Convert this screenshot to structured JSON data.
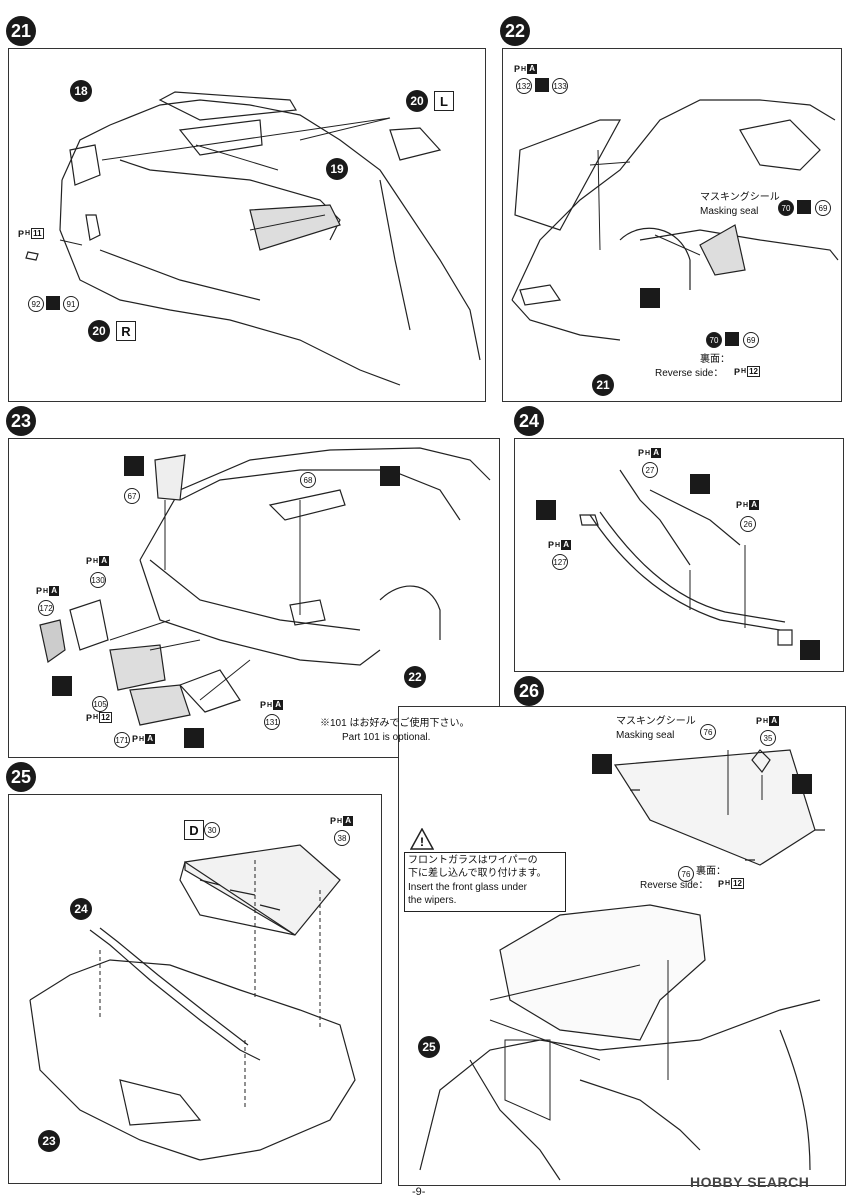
{
  "steps": [
    "21",
    "22",
    "23",
    "24",
    "25",
    "26"
  ],
  "s21": {
    "p18": "18",
    "p20l": "20",
    "L": "L",
    "p19": "19",
    "ph11": "11",
    "n92": "92",
    "n91": "91",
    "p20r": "20",
    "R": "R"
  },
  "s22": {
    "n132": "132",
    "n133": "133",
    "mask_jp": "マスキングシール",
    "mask_en": "Masking seal",
    "p70a": "70",
    "n69a": "69",
    "p70b": "70",
    "n69b": "69",
    "rev_jp": "裏面：",
    "rev_en": "Reverse side：",
    "ph12": "12",
    "p21": "21"
  },
  "s23": {
    "n68": "68",
    "n67": "67",
    "n130": "130",
    "n172": "172",
    "n105": "105",
    "ph12": "12",
    "n171": "171",
    "n131": "131",
    "p22": "22",
    "opt_jp": "※101 はお好みでご使用下さい。",
    "opt_en": "Part 101 is optional."
  },
  "s24": {
    "n27": "27",
    "n26": "26",
    "n127": "127"
  },
  "s25": {
    "D": "D",
    "n30": "30",
    "n38": "38",
    "p24": "24",
    "p23": "23"
  },
  "s26": {
    "mask_jp": "マスキングシール",
    "mask_en": "Masking seal",
    "n76": "76",
    "n35": "35",
    "n76b": "76",
    "rev_jp": "裏面：",
    "rev_en": "Reverse side：",
    "ph12": "12",
    "warn_jp1": "フロントガラスはワイパーの",
    "warn_jp2": "下に差し込んで取り付けます。",
    "warn_en1": "Insert the front glass under",
    "warn_en2": "the wipers.",
    "p25": "25"
  },
  "ph": {
    "P": "P",
    "H": "H",
    "A": "A"
  },
  "page_number": "-9-",
  "watermark": "HOBBY SEARCH"
}
